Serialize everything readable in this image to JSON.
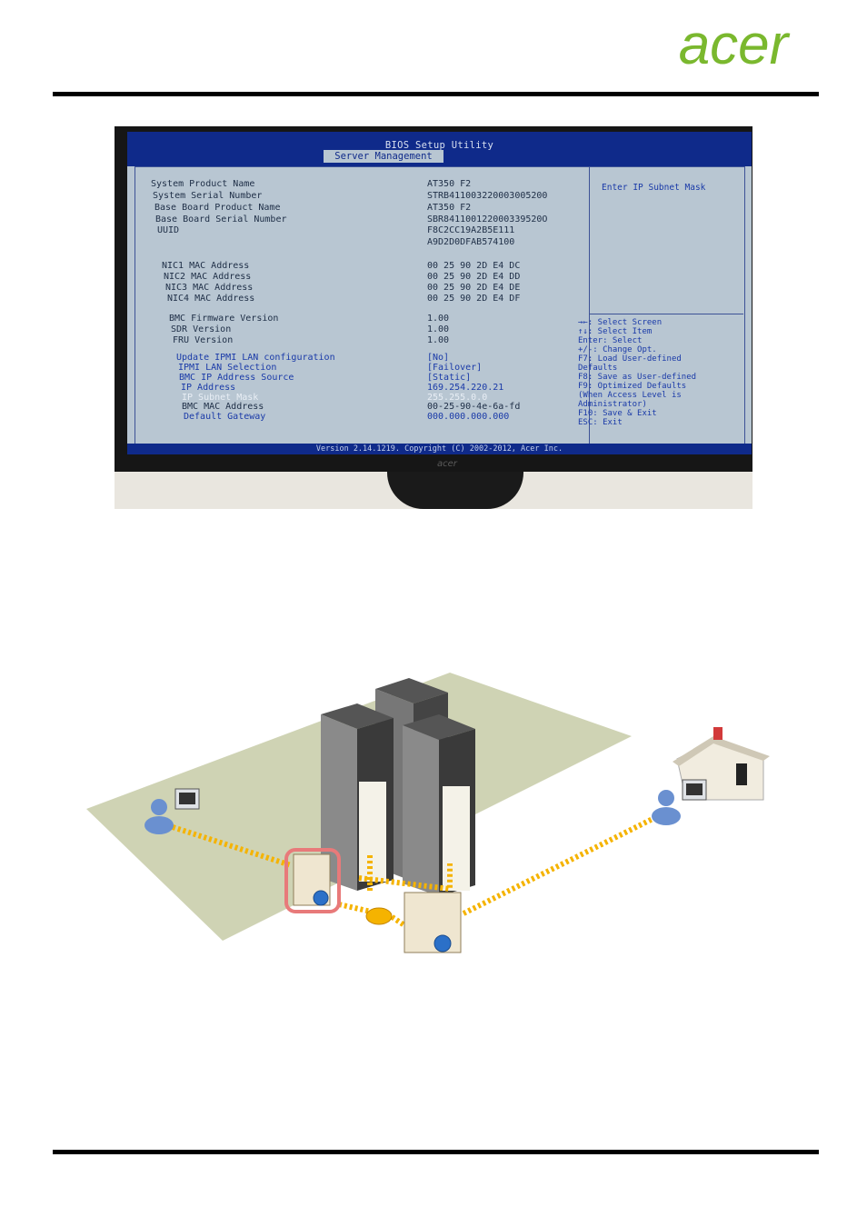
{
  "header": {
    "logo_text": "acer",
    "brand_color": "#7ab82e"
  },
  "bios": {
    "title": "BIOS Setup Utility",
    "tab": "Server Management",
    "rows": [
      {
        "label": "System Product Name",
        "value": "AT350 F2"
      },
      {
        "label": "System Serial Number",
        "value": "STRB411003220003005200"
      },
      {
        "label": "Base Board Product Name",
        "value": "AT350 F2"
      },
      {
        "label": "Base Board Serial Number",
        "value": "SBR841100122000339520O"
      },
      {
        "label": "UUID",
        "value": "F8C2CC19A2B5E111"
      },
      {
        "label": "",
        "value": "A9D2D0DFAB574100"
      },
      {
        "label": "NIC1 MAC Address",
        "value": "00 25 90 2D E4 DC"
      },
      {
        "label": "NIC2 MAC Address",
        "value": "00 25 90 2D E4 DD"
      },
      {
        "label": "NIC3 MAC Address",
        "value": "00 25 90 2D E4 DE"
      },
      {
        "label": "NIC4 MAC Address",
        "value": "00 25 90 2D E4 DF"
      },
      {
        "label": "BMC Firmware Version",
        "value": "1.00"
      },
      {
        "label": "SDR Version",
        "value": "1.00"
      },
      {
        "label": "FRU Version",
        "value": "1.00"
      },
      {
        "label": "Update IPMI LAN configuration",
        "value": "[No]"
      },
      {
        "label": "IPMI LAN Selection",
        "value": "[Failover]"
      },
      {
        "label": "BMC IP Address Source",
        "value": "[Static]"
      },
      {
        "label": "IP Address",
        "value": "169.254.220.21"
      },
      {
        "label": "IP Subnet Mask",
        "value": "255.255.0.0"
      },
      {
        "label": "BMC MAC Address",
        "value": "00-25-90-4e-6a-fd"
      },
      {
        "label": "Default Gateway",
        "value": "000.000.000.000"
      }
    ],
    "help_text": "Enter IP Subnet Mask",
    "keys": [
      "→←: Select Screen",
      "↑↓: Select Item",
      "Enter: Select",
      "+/-: Change Opt.",
      "F7: Load User-defined",
      "Defaults",
      "F8: Save as User-defined",
      "F9: Optimized Defaults",
      "(When Access Level is",
      "Administrator)",
      "F10: Save & Exit",
      "ESC: Exit"
    ],
    "version": "Version 2.14.1219. Copyright (C) 2002-2012, Acer Inc.",
    "monitor_brand": "acer"
  },
  "diagram": {
    "floor_color": "#cfd3b4",
    "cable_color": "#f5b300",
    "highlight_color": "#e87a7a"
  }
}
